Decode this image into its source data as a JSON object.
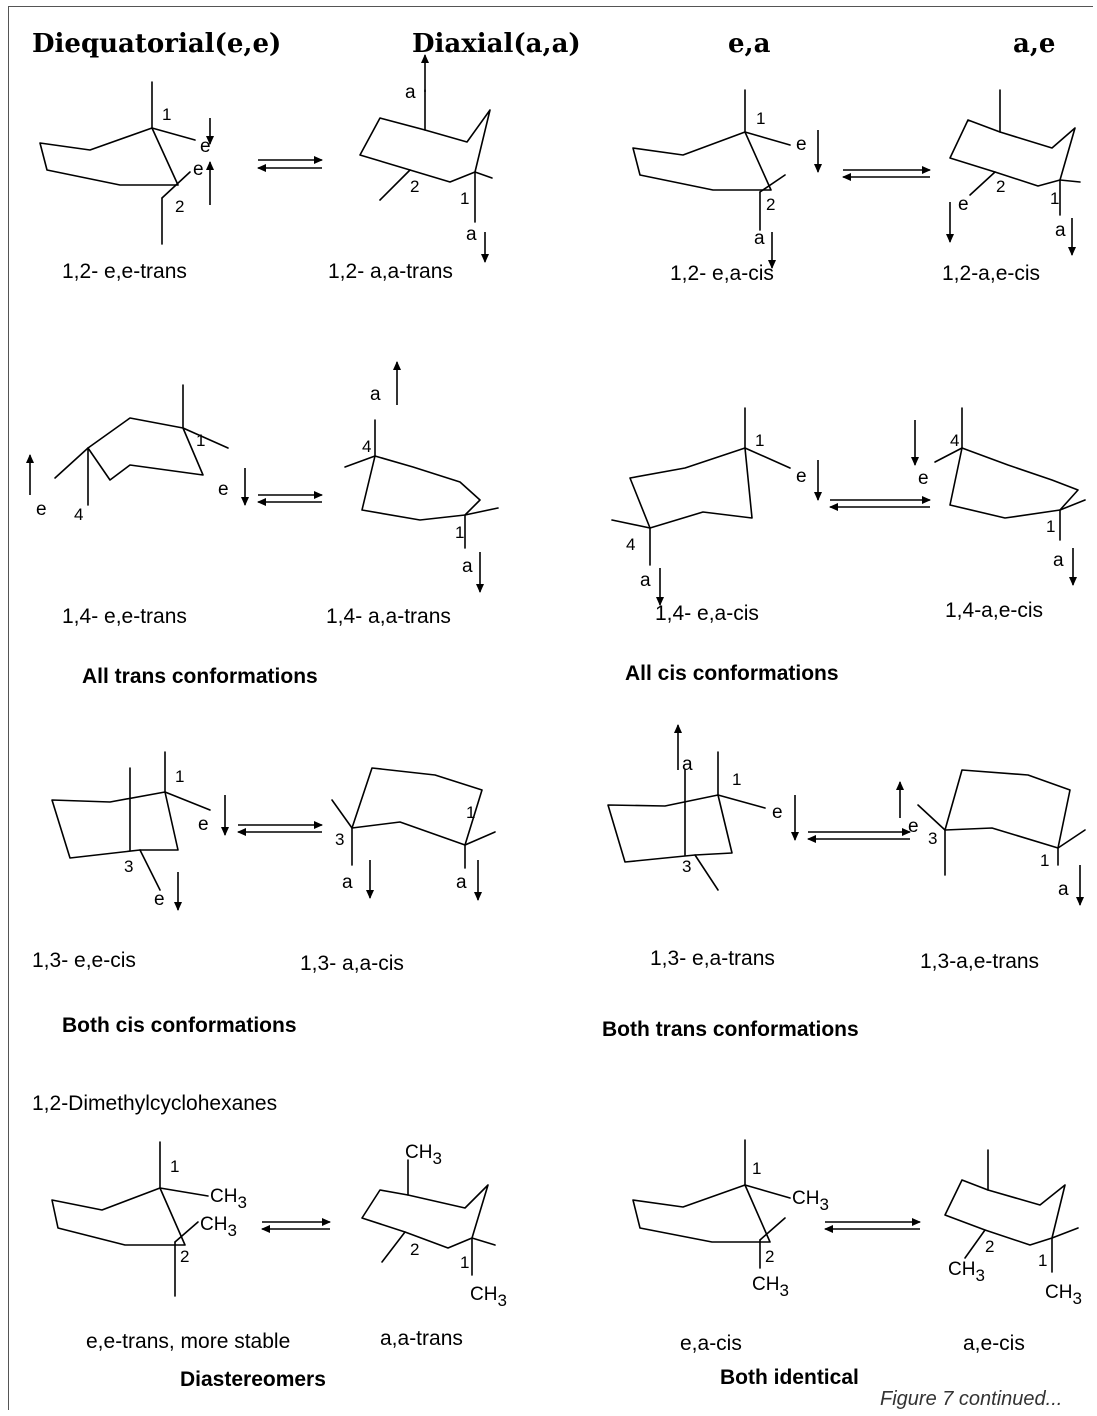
{
  "headers": {
    "diequatorial": "Diequatorial(e,e)",
    "diaxial": "Diaxial(a,a)",
    "ea": "e,a",
    "ae": "a,e"
  },
  "atoms": {
    "e": "e",
    "a": "a",
    "n1": "1",
    "n2": "2",
    "n3": "3",
    "n4": "4",
    "ch": "CH",
    "sub3": "3"
  },
  "row1": {
    "ee": "1,2- e,e-trans",
    "aa": "1,2- a,a-trans",
    "ea": "1,2- e,a-cis",
    "ae": "1,2-a,e-cis"
  },
  "row2": {
    "ee": "1,4- e,e-trans",
    "aa": "1,4- a,a-trans",
    "ea": "1,4- e,a-cis",
    "ae": "1,4-a,e-cis",
    "left_summary": "All trans conformations",
    "right_summary": "All cis conformations"
  },
  "row3": {
    "ee": "1,3- e,e-cis",
    "aa": "1,3- a,a-cis",
    "ea": "1,3- e,a-trans",
    "ae": "1,3-a,e-trans",
    "left_summary": "Both cis conformations",
    "right_summary": "Both trans conformations"
  },
  "row4": {
    "section_title": "1,2-Dimethylcyclohexanes",
    "ee": "e,e-trans,  more stable",
    "aa": "a,a-trans",
    "ea": "e,a-cis",
    "ae": "a,e-cis",
    "left_summary": "Diastereomers",
    "right_summary": "Both identical"
  },
  "caption": "Figure 7 continued..."
}
